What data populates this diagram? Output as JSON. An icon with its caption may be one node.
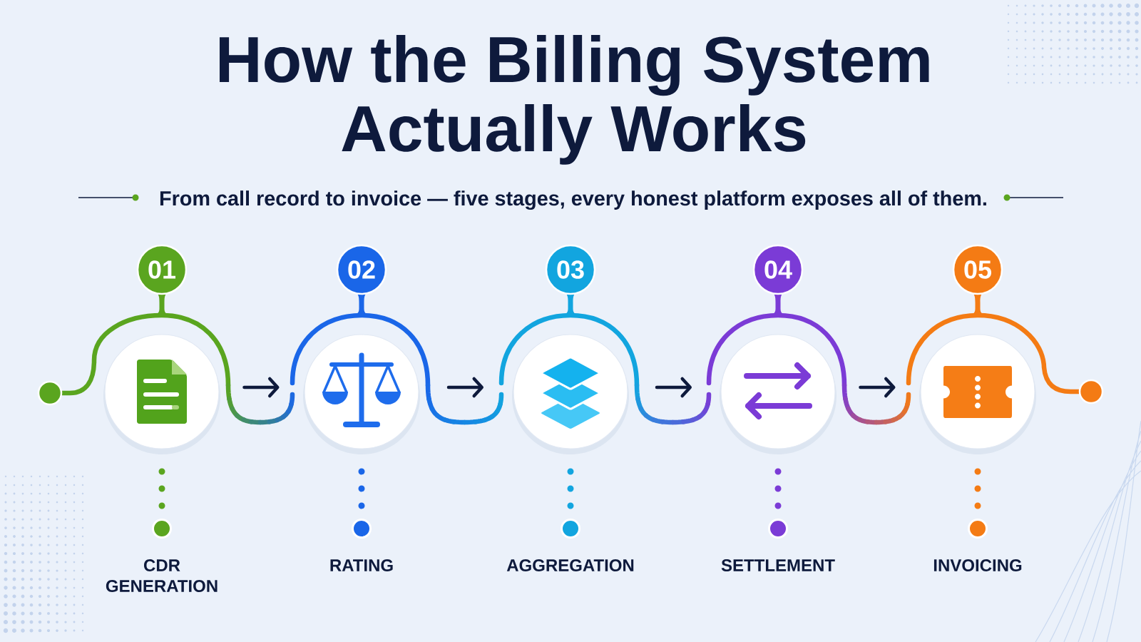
{
  "diagram": {
    "title": "How the Billing System Actually Works",
    "nodes": [
      {
        "text": [
          "01"
        ]
      },
      {
        "text": [],
        "shape": "circle"
      },
      {
        "text": [
          "CDR GENERATION"
        ]
      },
      {
        "text": [
          "02"
        ]
      },
      {
        "text": [],
        "shape": "circle"
      },
      {
        "text": [
          "RATING"
        ]
      },
      {
        "text": [
          "03"
        ]
      },
      {
        "text": [],
        "shape": "circle"
      },
      {
        "text": [
          "AGGREGATION"
        ]
      },
      {
        "text": [
          "04"
        ]
      },
      {
        "text": [],
        "shape": "circle"
      },
      {
        "text": [
          "SETTLEMENT"
        ]
      },
      {
        "text": [
          "05"
        ]
      },
      {
        "text": [],
        "shape": "circle"
      },
      {
        "text": [
          "INVOICING"
        ]
      }
    ],
    "edges": [
      {
        "from": 1,
        "to": 4,
        "arrow": "to"
      },
      {
        "from": 4,
        "to": 7,
        "arrow": "to"
      },
      {
        "from": 7,
        "to": 10,
        "arrow": "to"
      },
      {
        "from": 10,
        "to": 13,
        "arrow": "to"
      },
      {
        "from": 1,
        "to": 2,
        "arrow": "other",
        "style": "dashed",
        "color": "#5aa51f"
      },
      {
        "from": 4,
        "to": 5,
        "arrow": "other",
        "style": "dashed",
        "color": "#1a66e8"
      },
      {
        "from": 7,
        "to": 8,
        "arrow": "other",
        "style": "dashed",
        "color": "#12a5df"
      },
      {
        "from": 10,
        "to": 11,
        "arrow": "other",
        "style": "dashed",
        "color": "#7b3bd6"
      },
      {
        "from": 13,
        "to": 14,
        "arrow": "other",
        "style": "dashed",
        "color": "#f47b14"
      }
    ],
    "labels": [
      "From call record to invoice — five stages, every honest platform exposes all of them."
    ]
  }
}
